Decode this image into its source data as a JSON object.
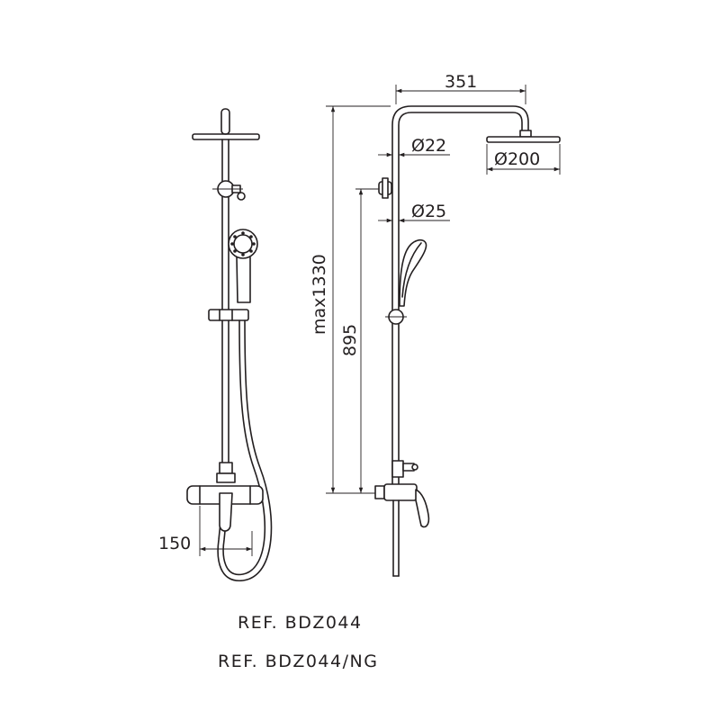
{
  "dimensions": {
    "width_351": "351",
    "dia_22": "Ø22",
    "dia_200": "Ø200",
    "dia_25": "Ø25",
    "max_1330": "max1330",
    "height_895": "895",
    "offset_150": "150"
  },
  "references": {
    "ref1": "REF. BDZ044",
    "ref2": "REF. BDZ044/NG"
  },
  "colors": {
    "line": "#231f20",
    "background": "#ffffff"
  }
}
